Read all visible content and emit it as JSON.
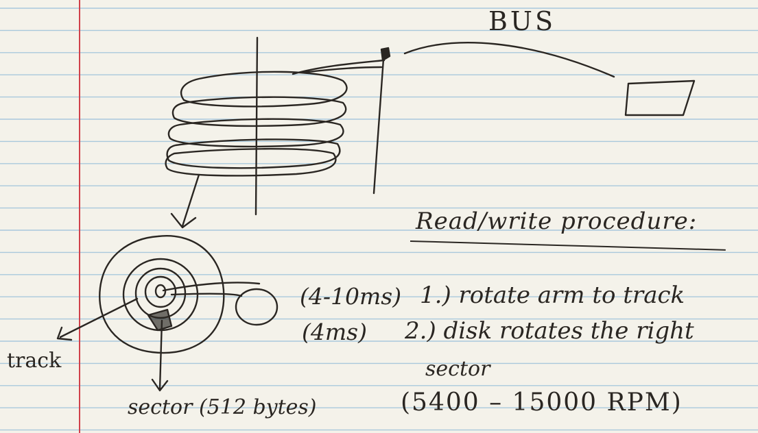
{
  "labels": {
    "bus": "BUS",
    "heading": "Read/write procedure:",
    "step1_time": "(4-10ms)",
    "step1": "1.) rotate arm to track",
    "step2_time": "(4ms)",
    "step2": "2.) disk rotates the right",
    "step2_cont": "sector",
    "rpm": "(5400 – 15000 RPM)",
    "track": "track",
    "sector_size": "sector (512 bytes)"
  },
  "colors": {
    "paper": "#f4f2ea",
    "rule_line": "#a8c8dc",
    "margin_line": "#d0404a",
    "ink": "#2a2622"
  }
}
